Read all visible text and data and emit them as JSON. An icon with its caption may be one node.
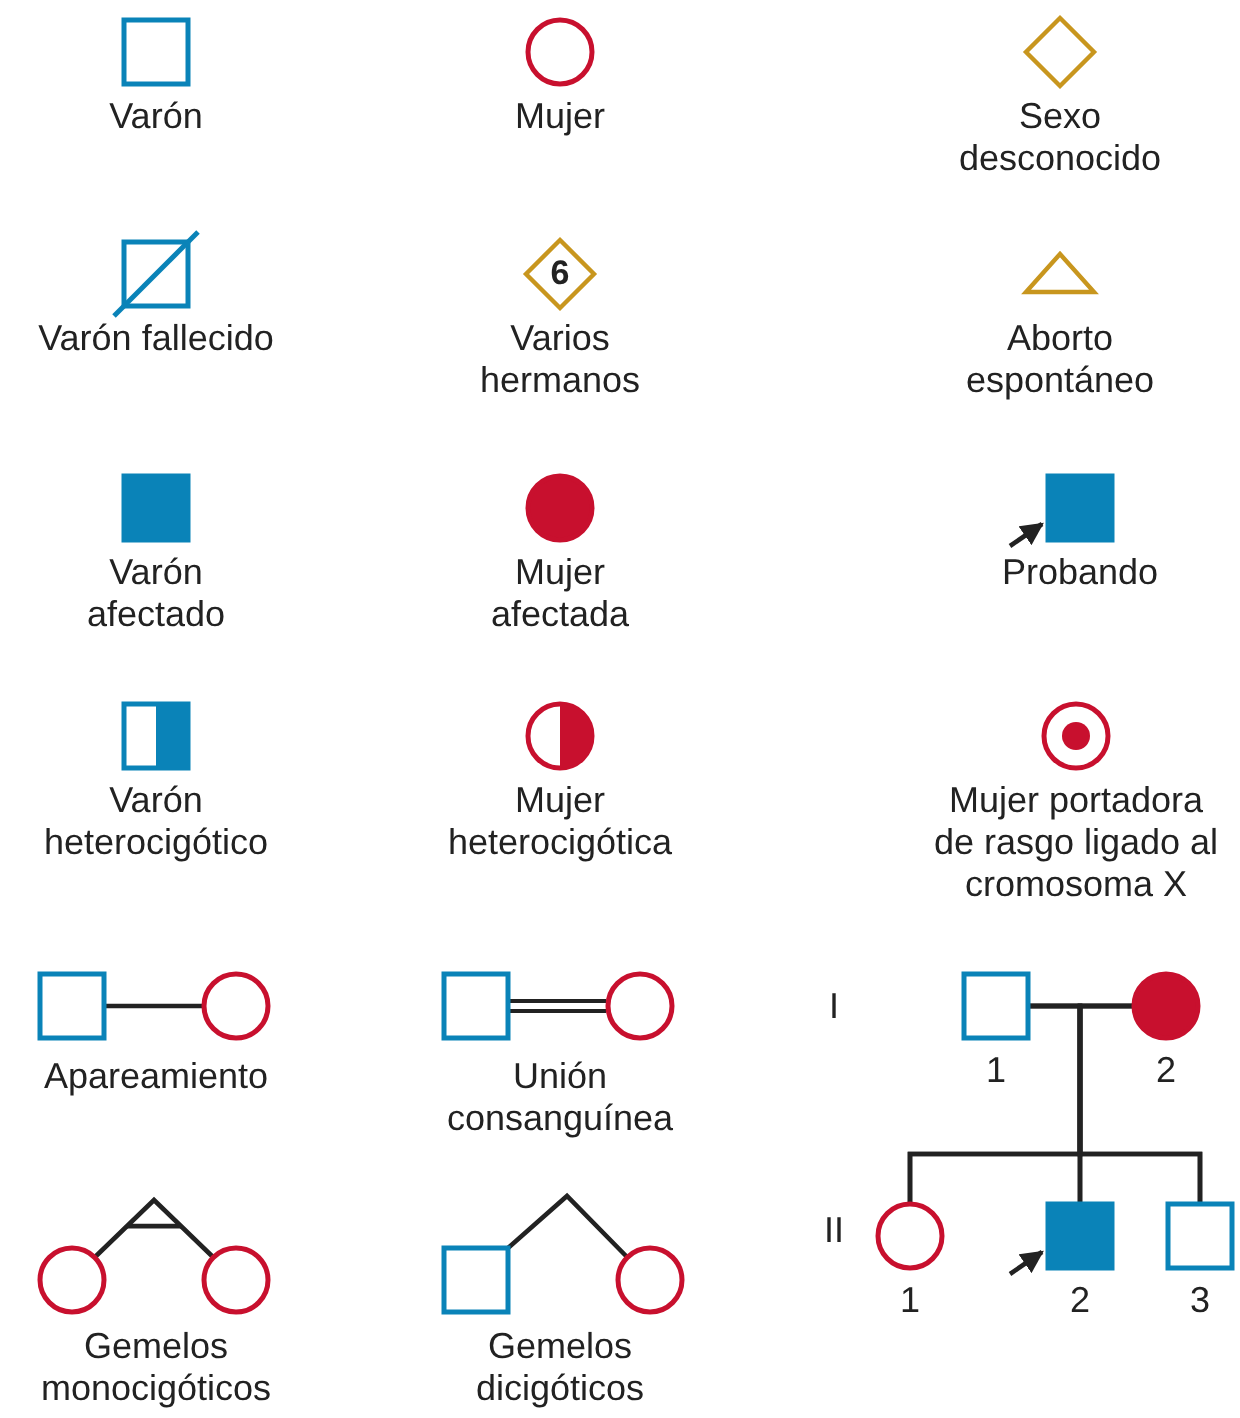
{
  "diagram": {
    "nodes": [
      {
        "text": [
          "Varón"
        ]
      },
      {
        "text": [
          "Mujer"
        ]
      },
      {
        "text": [
          "Sexo desconocido"
        ]
      },
      {
        "text": [
          "Varón fallecido"
        ]
      },
      {
        "text": [
          "6",
          "Varios hermanos"
        ]
      },
      {
        "text": [
          "Aborto espontáneo"
        ]
      },
      {
        "text": [
          "Varón afectado"
        ]
      },
      {
        "text": [
          "Mujer afectada"
        ]
      },
      {
        "text": [
          "Probando"
        ]
      },
      {
        "text": [
          "Varón heterocigótico"
        ]
      },
      {
        "text": [
          "Mujer heterocigótica"
        ]
      },
      {
        "text": [
          "Mujer portadora de rasgo ligado al cromosoma X"
        ]
      },
      {
        "text": [],
        "shape": "box"
      },
      {
        "text": [],
        "shape": "circle"
      },
      {
        "text": [],
        "shape": "box"
      },
      {
        "text": [],
        "shape": "circle"
      },
      {
        "text": [],
        "shape": "circle"
      },
      {
        "text": [],
        "shape": "circle"
      },
      {
        "text": [],
        "shape": "box"
      },
      {
        "text": [],
        "shape": "circle"
      },
      {
        "text": [
          "1"
        ]
      },
      {
        "text": [
          "2"
        ]
      },
      {
        "text": [
          "1"
        ]
      },
      {
        "text": [
          "2"
        ]
      },
      {
        "text": [
          "3"
        ]
      }
    ],
    "edges": [
      {
        "from": null,
        "to": 8,
        "arrow": "to"
      },
      {
        "from": 12,
        "to": 13,
        "arrow": "none"
      },
      {
        "from": 14,
        "to": 15,
        "arrow": "none"
      },
      {
        "from": 16,
        "to": 17,
        "arrow": "none"
      },
      {
        "from": 18,
        "to": 19,
        "arrow": "none"
      },
      {
        "from": 20,
        "to": 21,
        "arrow": "none"
      },
      {
        "from": 20,
        "to": 22,
        "arrow": "none"
      },
      {
        "from": 20,
        "to": 23,
        "arrow": "none"
      },
      {
        "from": 20,
        "to": 24,
        "arrow": "none"
      },
      {
        "from": 21,
        "to": 22,
        "arrow": "none"
      },
      {
        "from": 21,
        "to": 23,
        "arrow": "none"
      },
      {
        "from": 21,
        "to": 24,
        "arrow": "none"
      },
      {
        "from": null,
        "to": 23,
        "arrow": "to"
      }
    ],
    "labels": [
      "Apareamiento",
      "Unión consanguínea",
      "I",
      "Gemelos monocigóticos",
      "Gemelos dicigóticos",
      "II"
    ]
  }
}
